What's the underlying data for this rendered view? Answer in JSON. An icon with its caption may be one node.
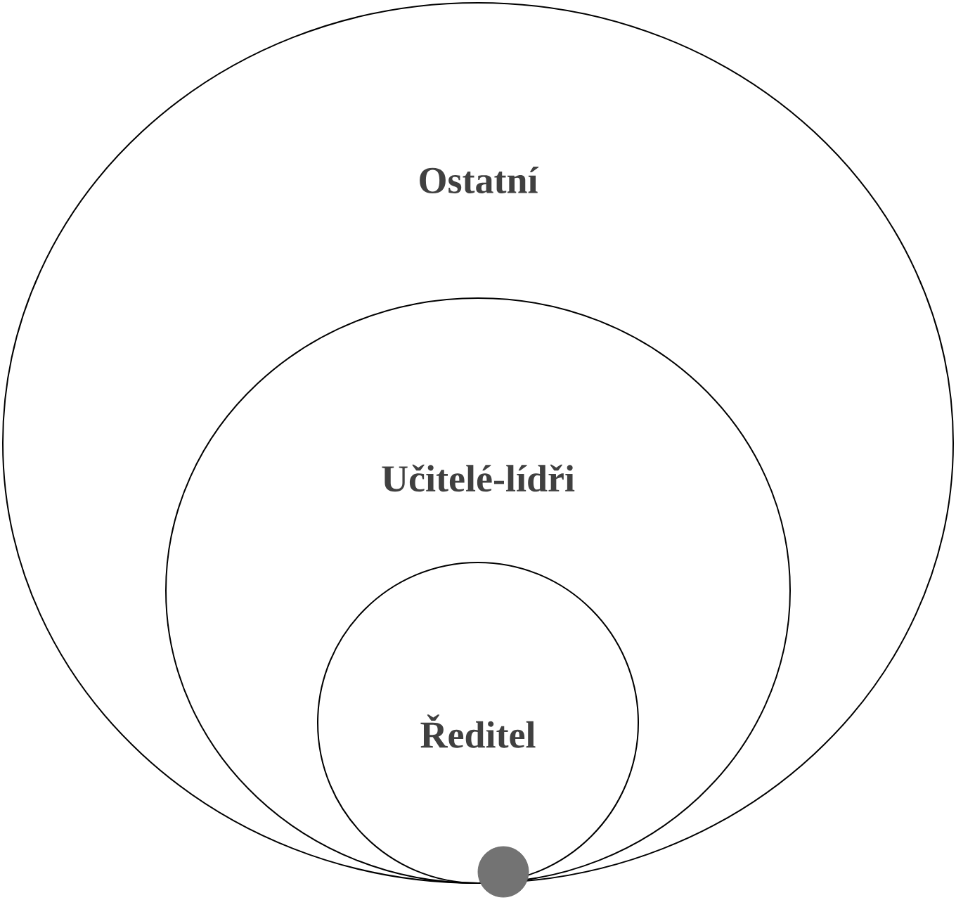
{
  "diagram": {
    "nodes": [
      {
        "text": [
          "Ostatní"
        ]
      },
      {
        "text": [
          "Učitelé-lídři"
        ],
        "in": 0
      },
      {
        "text": [
          "Ředitel"
        ],
        "in": 1
      },
      {
        "text": [],
        "shape": "circle"
      }
    ]
  }
}
